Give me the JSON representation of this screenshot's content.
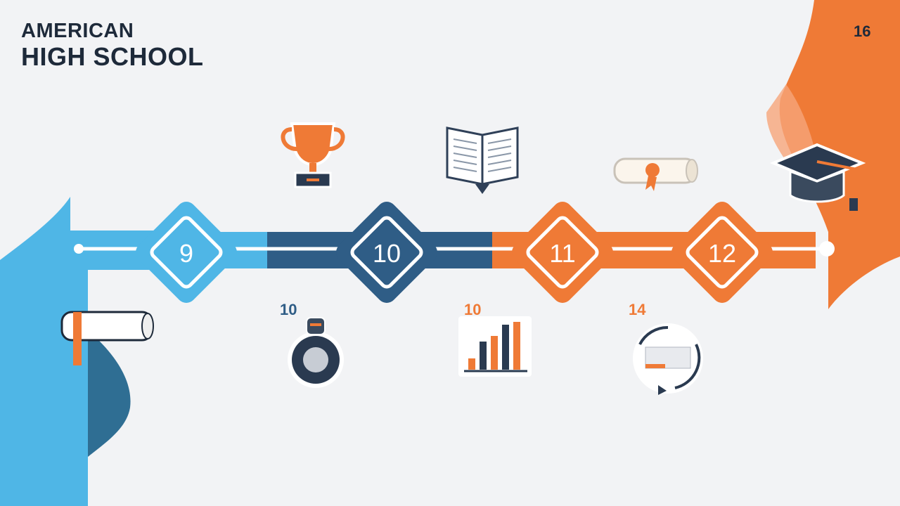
{
  "title": {
    "line1": "AMERICAN",
    "line2": "HIGH SCHOOL"
  },
  "page_number": "16",
  "colors": {
    "light_blue": "#4fb6e6",
    "dark_blue": "#2f5d86",
    "orange": "#ef7a36",
    "navy": "#1e2a3a"
  },
  "timeline": {
    "grades": [
      {
        "label": "9",
        "color": "light_blue"
      },
      {
        "label": "10",
        "color": "dark_blue"
      },
      {
        "label": "11",
        "color": "orange"
      },
      {
        "label": "12",
        "color": "orange"
      }
    ],
    "top_icons": [
      "trophy-icon",
      "open-book-icon",
      "diploma-scroll-icon",
      "graduation-cap-icon"
    ],
    "bottom_icons": [
      "diploma-scroll-icon",
      "student-badge-icon",
      "bar-chart-icon",
      "schedule-cycle-icon"
    ],
    "bottom_numbers": [
      "10",
      "10",
      "14"
    ]
  }
}
